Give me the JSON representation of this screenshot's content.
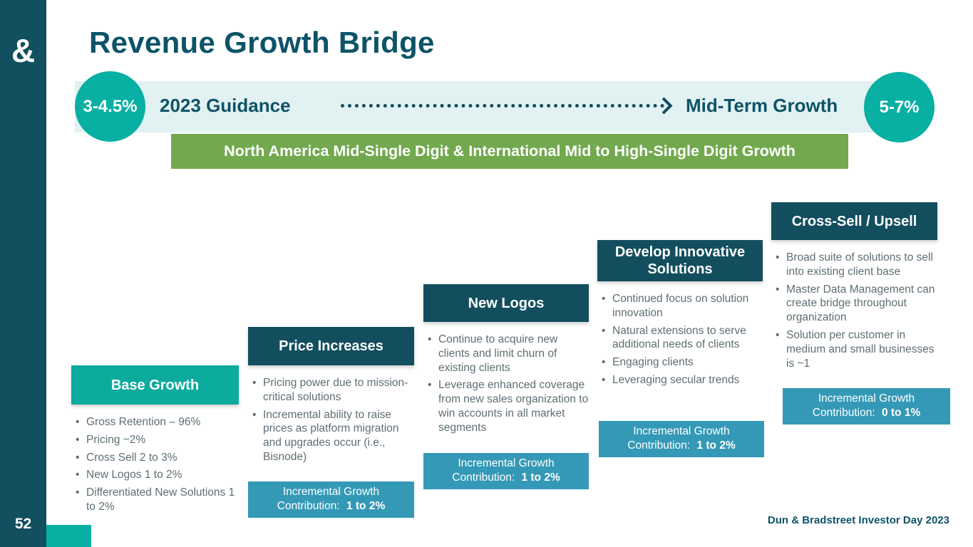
{
  "sidebar": {
    "logo_glyph": "&",
    "page_number": "52"
  },
  "header": {
    "title": "Revenue Growth Bridge"
  },
  "guidance_band": {
    "left_badge": "3-4.5%",
    "left_label": "2023 Guidance",
    "right_label": "Mid-Term Growth",
    "right_badge": "5-7%",
    "banner": "North America Mid-Single Digit & International Mid to High-Single Digit Growth"
  },
  "columns": [
    {
      "title": "Base Growth",
      "bullets": [
        "Gross Retention – 96%",
        "Pricing ~2%",
        "Cross Sell 2 to 3%",
        "New Logos 1 to 2%",
        "Differentiated New Solutions 1 to 2%"
      ]
    },
    {
      "title": "Price Increases",
      "bullets": [
        "Pricing power due to mission-critical solutions",
        "Incremental ability to raise prices as platform migration and upgrades occur (i.e., Bisnode)"
      ],
      "contribution_label": "Incremental Growth Contribution:",
      "contribution_value": "1 to 2%"
    },
    {
      "title": "New Logos",
      "bullets": [
        "Continue to acquire new clients and limit churn of existing clients",
        "Leverage enhanced coverage from new sales organization to win accounts in all market segments"
      ],
      "contribution_label": "Incremental Growth Contribution:",
      "contribution_value": "1 to 2%"
    },
    {
      "title": "Develop Innovative Solutions",
      "bullets": [
        "Continued focus on solution innovation",
        "Natural extensions to serve additional needs of clients",
        "Engaging clients",
        "Leveraging secular trends"
      ],
      "contribution_label": "Incremental Growth Contribution:",
      "contribution_value": "1 to 2%"
    },
    {
      "title": "Cross-Sell / Upsell",
      "bullets": [
        "Broad suite of solutions to sell into existing client base",
        "Master Data Management can create bridge throughout organization",
        "Solution per customer in medium and small businesses is ~1"
      ],
      "contribution_label": "Incremental Growth Contribution:",
      "contribution_value": "0 to 1%"
    }
  ],
  "footer": "Dun & Bradstreet Investor Day 2023",
  "colors": {
    "sidebar_navy": "#124F5F",
    "dark_teal_text": "#0D5368",
    "teal": "#08AFA3",
    "band_light_teal": "#E2F1F1",
    "banner_green": "#72A94E",
    "contribution_blue": "#3499B6",
    "bullet_gray": "#5E6E74"
  }
}
